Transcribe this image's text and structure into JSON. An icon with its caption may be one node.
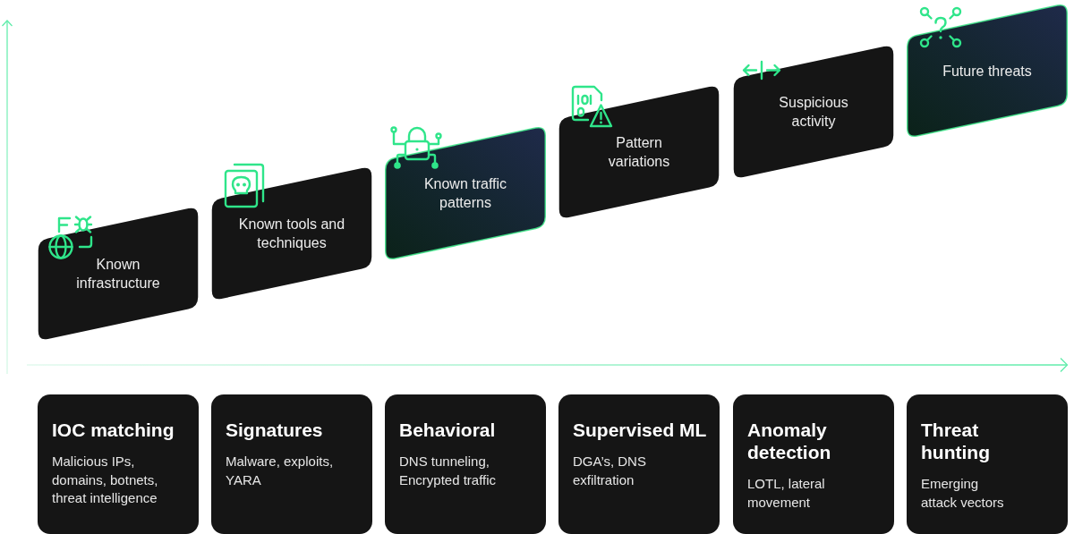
{
  "diagram": {
    "nodes": [
      {
        "text": [
          "Known infrastructure"
        ]
      },
      {
        "text": [
          "Known tools and techniques"
        ]
      },
      {
        "text": [
          "Known traffic patterns"
        ]
      },
      {
        "text": [
          "Pattern variations"
        ]
      },
      {
        "text": [
          "Suspicious activity"
        ]
      },
      {
        "text": [
          "Future threats"
        ]
      },
      {
        "text": [
          "IOC matching",
          "Malicious IPs, domains, botnets, threat intelligence"
        ]
      },
      {
        "text": [
          "Signatures",
          "Malware, exploits, YARA"
        ]
      },
      {
        "text": [
          "Behavioral",
          "DNS tunneling, Encrypted traffic"
        ]
      },
      {
        "text": [
          "Supervised ML",
          "DGA’s, DNS exfiltration"
        ]
      },
      {
        "text": [
          "Anomaly detection",
          "LOTL, lateral movement"
        ]
      },
      {
        "text": [
          "Threat hunting",
          "Emerging attack vectors"
        ]
      }
    ]
  }
}
